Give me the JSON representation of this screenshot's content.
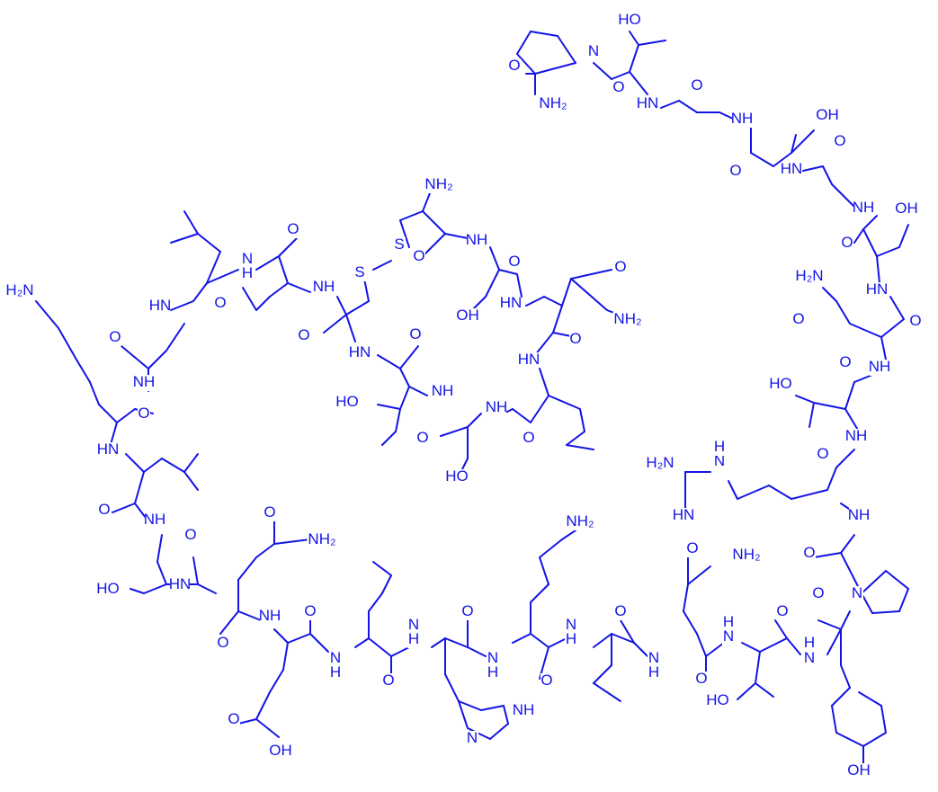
{
  "structure": {
    "color": "#1414e6",
    "background": "#ffffff",
    "labels": [
      {
        "id": "pro-cterm-nh2",
        "text": "NH₂"
      },
      {
        "id": "pro-cterm-o",
        "text": "O"
      },
      {
        "id": "pro-n",
        "text": "N"
      },
      {
        "id": "thr-top-oh",
        "text": "HO"
      },
      {
        "id": "thr-top-o",
        "text": "O"
      },
      {
        "id": "thr-top-nh",
        "text": "HN"
      },
      {
        "id": "gly-top-o",
        "text": "O"
      },
      {
        "id": "gly-top-nh",
        "text": "NH"
      },
      {
        "id": "ser-top-oh",
        "text": "OH"
      },
      {
        "id": "ser-top-o",
        "text": "O"
      },
      {
        "id": "ser-top-nh",
        "text": "HN"
      },
      {
        "id": "gly2-o",
        "text": "O"
      },
      {
        "id": "gly2-nh",
        "text": "NH"
      },
      {
        "id": "thr2-oh",
        "text": "OH"
      },
      {
        "id": "thr2-o",
        "text": "O"
      },
      {
        "id": "thr2-nh",
        "text": "HN"
      },
      {
        "id": "asn-r-nh2",
        "text": "H₂N"
      },
      {
        "id": "asn-r-o",
        "text": "O"
      },
      {
        "id": "asn-r-o2",
        "text": "O"
      },
      {
        "id": "asn-r-nh",
        "text": "NH"
      },
      {
        "id": "thr3-oh",
        "text": "HO"
      },
      {
        "id": "thr3-o",
        "text": "O"
      },
      {
        "id": "thr3-nh",
        "text": "NH"
      },
      {
        "id": "arg-h2n",
        "text": "H₂N"
      },
      {
        "id": "arg-nh",
        "text": "N"
      },
      {
        "id": "arg-h",
        "text": "H"
      },
      {
        "id": "arg-hn",
        "text": "HN"
      },
      {
        "id": "arg-o",
        "text": "O"
      },
      {
        "id": "arg-nh2",
        "text": "NH"
      },
      {
        "id": "pro2-o",
        "text": "O"
      },
      {
        "id": "pro2-n",
        "text": "N"
      },
      {
        "id": "tyr-o",
        "text": "O"
      },
      {
        "id": "tyr-nh",
        "text": "N"
      },
      {
        "id": "tyr-h",
        "text": "H"
      },
      {
        "id": "tyr-oh",
        "text": "OH"
      },
      {
        "id": "thr4-o",
        "text": "O"
      },
      {
        "id": "thr4-h",
        "text": "H"
      },
      {
        "id": "thr4-n",
        "text": "N"
      },
      {
        "id": "thr4-oh",
        "text": "HO"
      },
      {
        "id": "gln2-nh2",
        "text": "NH₂"
      },
      {
        "id": "gln2-o",
        "text": "O"
      },
      {
        "id": "gln2-o2",
        "text": "O"
      },
      {
        "id": "gln2-n",
        "text": "N"
      },
      {
        "id": "gln2-h",
        "text": "H"
      },
      {
        "id": "leu5-o",
        "text": "O"
      },
      {
        "id": "leu5-n",
        "text": "N"
      },
      {
        "id": "leu5-h",
        "text": "H"
      },
      {
        "id": "lys2-nh2",
        "text": "NH₂"
      },
      {
        "id": "lys2-o",
        "text": "O"
      },
      {
        "id": "lys2-n",
        "text": "N"
      },
      {
        "id": "lys2-h",
        "text": "H"
      },
      {
        "id": "his-o",
        "text": "O"
      },
      {
        "id": "his-n",
        "text": "N"
      },
      {
        "id": "his-h",
        "text": "H"
      },
      {
        "id": "his-ring-n",
        "text": "N"
      },
      {
        "id": "his-ring-nh",
        "text": "NH"
      },
      {
        "id": "leu4-o",
        "text": "O"
      },
      {
        "id": "leu4-n",
        "text": "N"
      },
      {
        "id": "leu4-h",
        "text": "H"
      },
      {
        "id": "glu-o",
        "text": "O"
      },
      {
        "id": "glu-nh",
        "text": "NH"
      },
      {
        "id": "glu-acid-o",
        "text": "O"
      },
      {
        "id": "glu-acid-oh",
        "text": "OH"
      },
      {
        "id": "gln1-nh2",
        "text": "NH₂"
      },
      {
        "id": "gln1-o",
        "text": "O"
      },
      {
        "id": "gln1-o2",
        "text": "O"
      },
      {
        "id": "gln1-hn",
        "text": "HN"
      },
      {
        "id": "ser3-o",
        "text": "O"
      },
      {
        "id": "ser3-nh",
        "text": "NH"
      },
      {
        "id": "ser3-oh",
        "text": "HO"
      },
      {
        "id": "leu3-o",
        "text": "O"
      },
      {
        "id": "leu3-hn",
        "text": "HN"
      },
      {
        "id": "lys1-o",
        "text": "O"
      },
      {
        "id": "lys1-nh",
        "text": "NH"
      },
      {
        "id": "lys1-h2n",
        "text": "H₂N"
      },
      {
        "id": "gly3-o",
        "text": "O"
      },
      {
        "id": "gly3-hn",
        "text": "HN"
      },
      {
        "id": "leu2-o",
        "text": "O"
      },
      {
        "id": "leu2-n",
        "text": "N"
      },
      {
        "id": "leu2-h",
        "text": "H"
      },
      {
        "id": "val-o",
        "text": "O"
      },
      {
        "id": "val-nh",
        "text": "NH"
      },
      {
        "id": "cys2-o",
        "text": "O"
      },
      {
        "id": "cys2-hn",
        "text": "HN"
      },
      {
        "id": "s1",
        "text": "S"
      },
      {
        "id": "s2",
        "text": "S"
      },
      {
        "id": "cys1-nh2",
        "text": "NH₂"
      },
      {
        "id": "cys1-o",
        "text": "O"
      },
      {
        "id": "ser1-nh",
        "text": "NH"
      },
      {
        "id": "ser1-oh",
        "text": "OH"
      },
      {
        "id": "ser1-o",
        "text": "O"
      },
      {
        "id": "asn1-hn",
        "text": "HN"
      },
      {
        "id": "asn1-o",
        "text": "O"
      },
      {
        "id": "asn1-nh2",
        "text": "NH₂"
      },
      {
        "id": "asn1-o2",
        "text": "O"
      },
      {
        "id": "leu1-hn",
        "text": "HN"
      },
      {
        "id": "leu1-o",
        "text": "O"
      },
      {
        "id": "thr5-o",
        "text": "O"
      },
      {
        "id": "thr5-nh",
        "text": "NH"
      },
      {
        "id": "thr5-oh",
        "text": "HO"
      },
      {
        "id": "ser2-o",
        "text": "O"
      },
      {
        "id": "ser2-nh",
        "text": "NH"
      },
      {
        "id": "ser2-oh",
        "text": "HO"
      },
      {
        "id": "leu1b-o",
        "text": "O"
      }
    ]
  }
}
